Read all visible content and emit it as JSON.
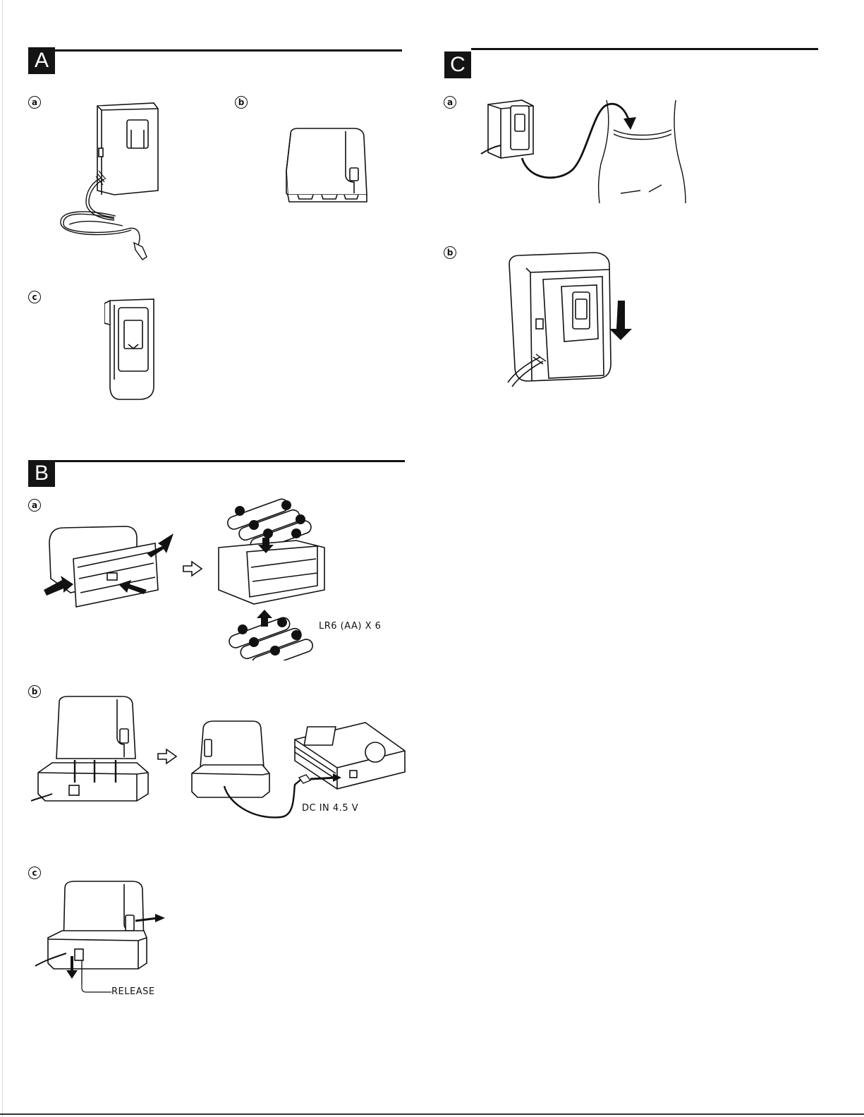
{
  "sections": {
    "A": {
      "letter": "A",
      "items": [
        "a",
        "b",
        "c"
      ]
    },
    "B": {
      "letter": "B",
      "items": [
        "a",
        "b",
        "c"
      ]
    },
    "C": {
      "letter": "C",
      "items": [
        "a",
        "b"
      ]
    }
  },
  "labels": {
    "batteries": "LR6 (AA) X 6",
    "dc_in": "DC IN 4.5 V",
    "release": "RELEASE"
  },
  "icons": [
    "battery-case-icon",
    "battery-pack-icon",
    "belt-clip-icon",
    "aa-battery-icon",
    "charger-icon",
    "md-player-icon",
    "arrow-icon",
    "hollow-arrow-icon",
    "waist-icon"
  ]
}
